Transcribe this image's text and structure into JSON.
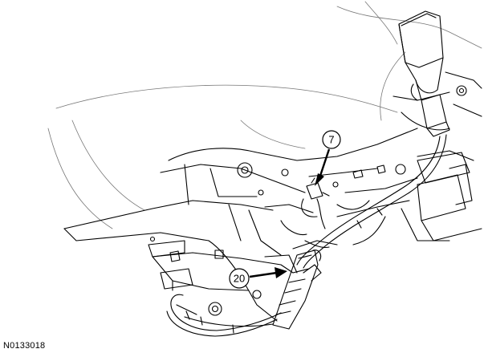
{
  "figure": {
    "id": "N0133018",
    "callouts": [
      {
        "label": "7"
      },
      {
        "label": "20"
      }
    ]
  }
}
